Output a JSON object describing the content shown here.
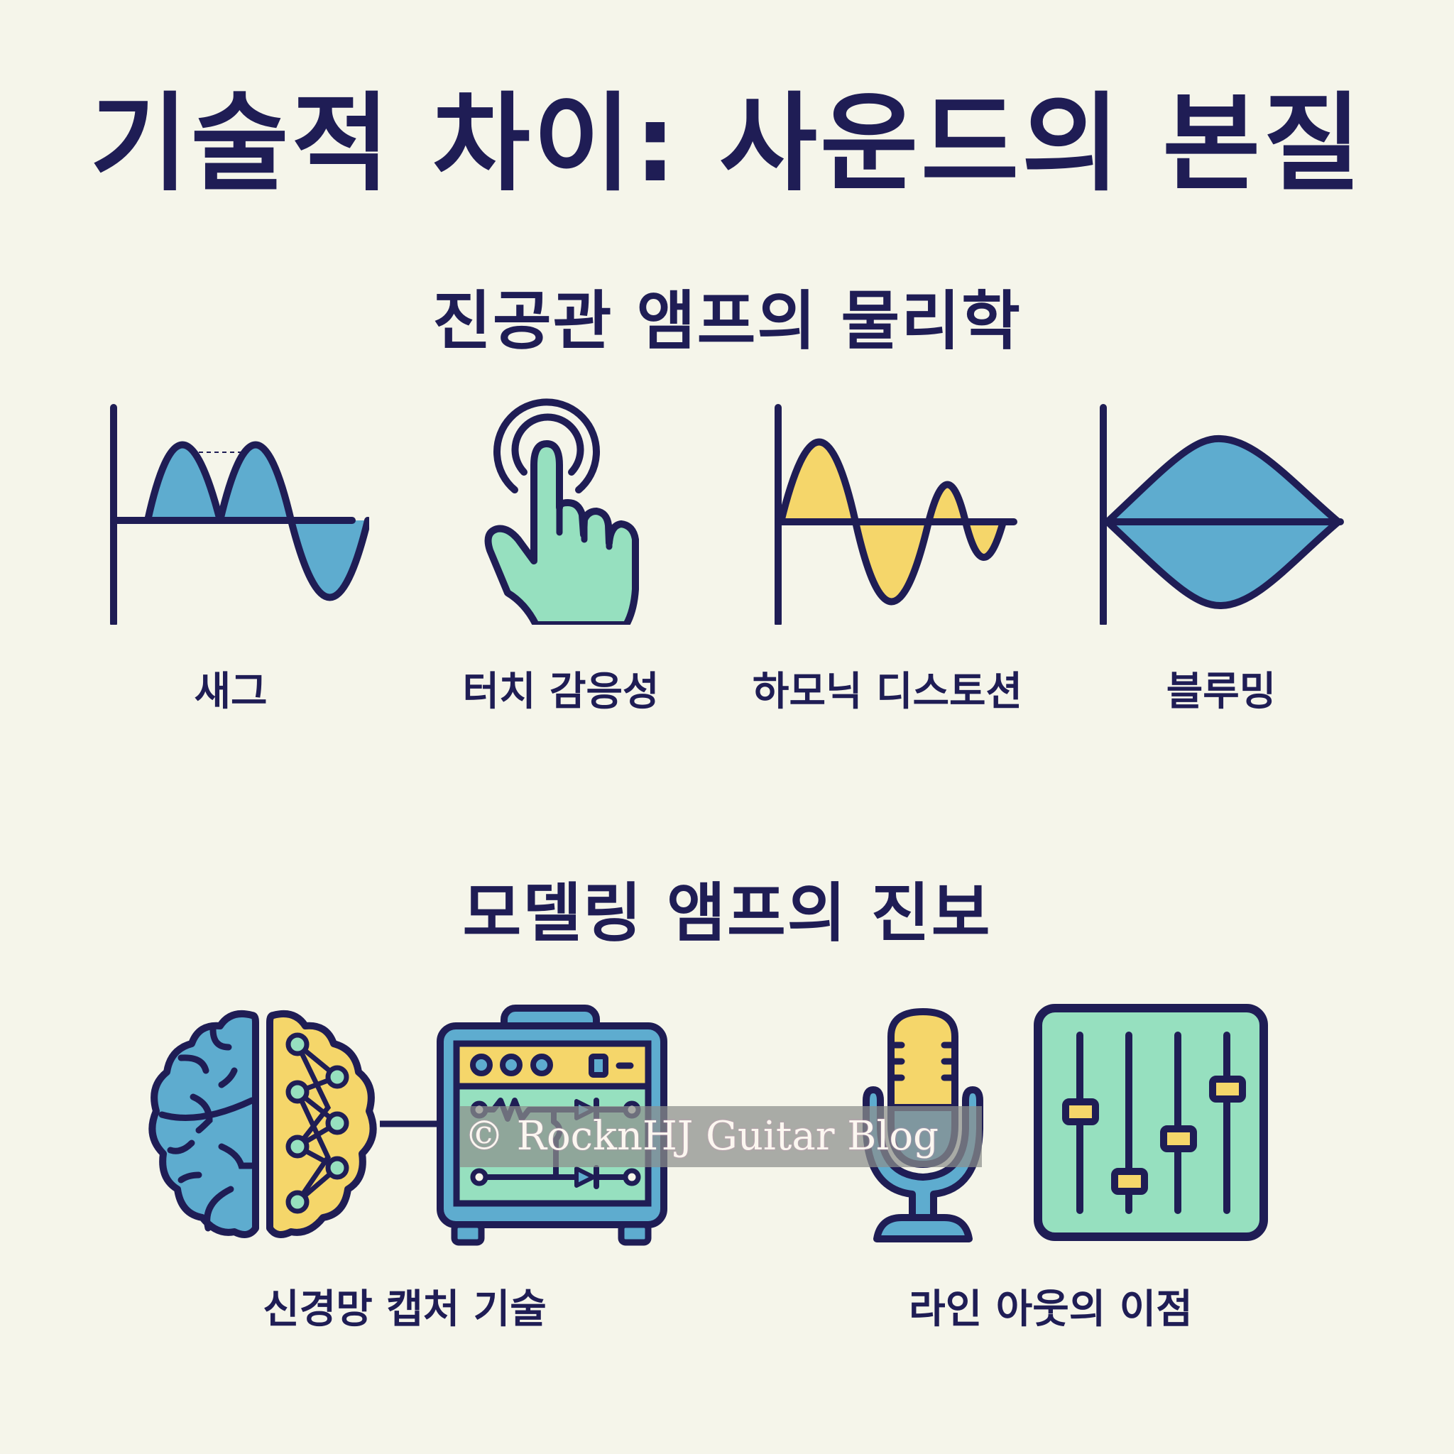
{
  "title": "기술적 차이: 사운드의 본질",
  "colors": {
    "background": "#f5f5ea",
    "outline": "#1f1d55",
    "blue": "#5eaccf",
    "yellow": "#f5d66a",
    "mint": "#96e0bf"
  },
  "sections": [
    {
      "title": "진공관 앰프의 물리학",
      "items": [
        {
          "label": "새그",
          "icon": "sag-waveform-icon"
        },
        {
          "label": "터치 감응성",
          "icon": "touch-hand-icon"
        },
        {
          "label": "하모닉 디스토션",
          "icon": "harmonic-waveform-icon"
        },
        {
          "label": "블루밍",
          "icon": "blooming-envelope-icon"
        }
      ]
    },
    {
      "title": "모델링 앰프의 진보",
      "items": [
        {
          "label": "신경망 캡처 기술",
          "icon": "neural-brain-amp-icon"
        },
        {
          "label": "라인 아웃의 이점",
          "icon": "microphone-mixer-icon"
        }
      ]
    }
  ],
  "watermark": "© RocknHJ Guitar Blog"
}
